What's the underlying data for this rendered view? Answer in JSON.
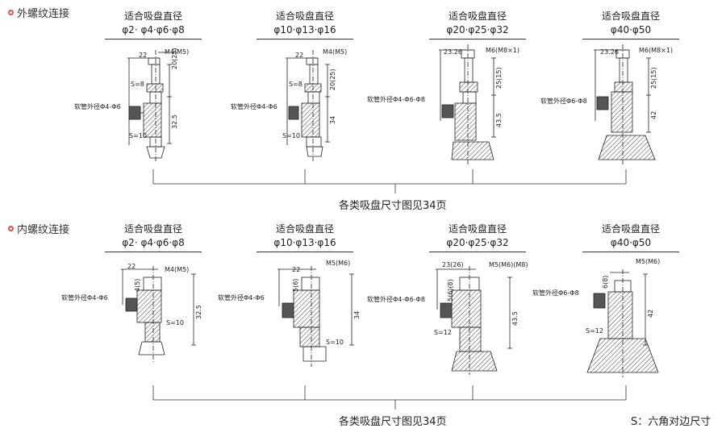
{
  "sections": [
    {
      "title": "外螺纹连接",
      "note": "各类吸盘尺寸图见34页",
      "items": [
        {
          "header": "适合吸盘直径",
          "sizes": "φ2· φ4·φ6·φ8",
          "thread": "M4(M5)",
          "width": "22",
          "hex_top": "S=8",
          "hex_bottom": "S=10",
          "dim_a": "20(25)",
          "dim_b": "32.5",
          "hose": "软管外径Φ4-Φ6"
        },
        {
          "header": "适合吸盘直径",
          "sizes": "φ10·φ13·φ16",
          "thread": "M4(M5)",
          "width": "22",
          "hex_top": "S=8",
          "hex_bottom": "S=10",
          "dim_a": "20(25)",
          "dim_b": "34",
          "hose": "软管外径Φ4-Φ6"
        },
        {
          "header": "适合吸盘直径",
          "sizes": "φ20·φ25·φ32",
          "thread": "M6(M8×1)",
          "width": "23.26",
          "dim_a": "25(15)",
          "dim_b": "43.5",
          "hose": "软管外径Φ4-Φ6-Φ8"
        },
        {
          "header": "适合吸盘直径",
          "sizes": "φ40·φ50",
          "thread": "M6(M8×1)",
          "width": "23.26",
          "dim_a": "25(15)",
          "dim_b": "42",
          "hose": "软管外径Φ6-Φ8"
        }
      ]
    },
    {
      "title": "内螺纹连接",
      "note": "各类吸盘尺寸图见34页",
      "items": [
        {
          "header": "适合吸盘直径",
          "sizes": "φ2· φ4·φ6·φ8",
          "thread": "M4(M5)",
          "width": "22",
          "dim_a": "4(5)",
          "dim_b": "32.5",
          "hex": "S=10",
          "hose": "软管外径Φ4-Φ6"
        },
        {
          "header": "适合吸盘直径",
          "sizes": "φ10·φ13·φ16",
          "thread": "M5(M6)",
          "width": "22",
          "dim_a": "5(6)",
          "dim_b": "34",
          "hex": "S=10",
          "hose": "软管外径Φ4-Φ6"
        },
        {
          "header": "适合吸盘直径",
          "sizes": "φ20·φ25·φ32",
          "thread": "M5(M6)(M8)",
          "width": "23(26)",
          "dim_a": "5(6)(8)",
          "dim_b": "43.5",
          "hex": "S=12",
          "hose": "软管外径Φ4-Φ6-Φ8"
        },
        {
          "header": "适合吸盘直径",
          "sizes": "φ40·φ50",
          "thread": "M5(M6)",
          "dim_a": "6(8)",
          "dim_b": "42",
          "hex": "S=12",
          "hose": "软管外径Φ6-Φ8"
        }
      ]
    }
  ],
  "legend": "S：六角对边尺寸"
}
